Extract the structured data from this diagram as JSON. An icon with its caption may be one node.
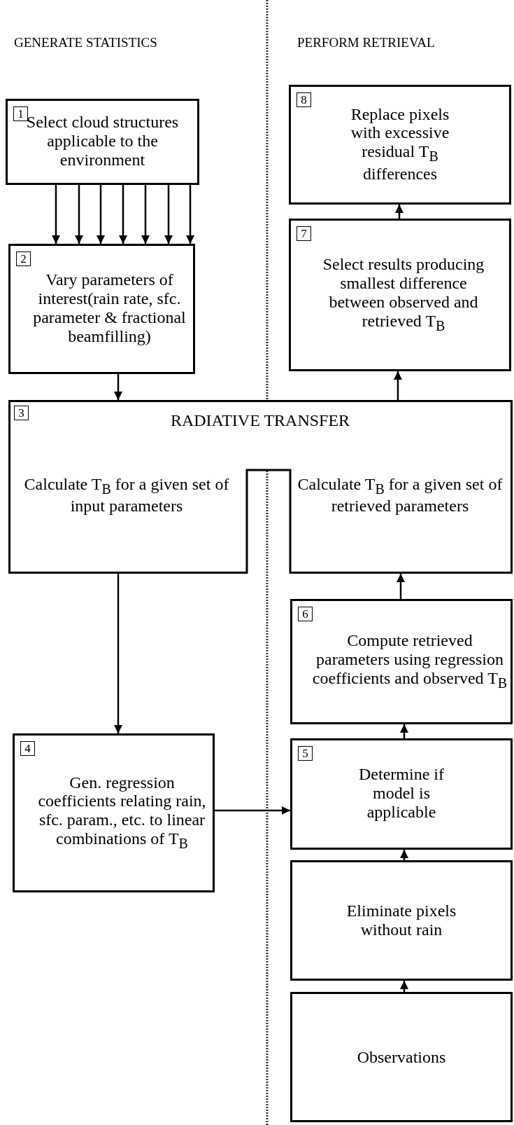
{
  "diagram": {
    "nodes": [
      {
        "text": [
          "1",
          "Select cloud structures applicable to the environment"
        ]
      },
      {
        "text": [
          "2",
          "Vary parameters of interest(rain rate, sfc. parameter & fractional beamfilling)"
        ]
      },
      {
        "text": [
          "3",
          "RADIATIVE TRANSFER",
          "Calculate T$_{B}$ for a given set of input parameters",
          "Calculate T$_{B}$ for a given set of retrieved parameters"
        ]
      },
      {
        "text": [
          "4",
          "Gen. regression coefficients relating rain, sfc. param., etc. to linear combinations of T$_{B}$"
        ]
      },
      {
        "text": [
          "8",
          "Replace pixels with excessive residual T$_{B}$ differences"
        ]
      },
      {
        "text": [
          "7",
          "Select results producing smallest difference between observed and retrieved T$_{B}$"
        ]
      },
      {
        "text": [
          "6",
          "Compute retrieved parameters using regression coefficients and observed T$_{B}$"
        ]
      },
      {
        "text": [
          "5",
          "Determine if model is applicable"
        ]
      },
      {
        "text": [
          "Eliminate pixels without rain"
        ]
      },
      {
        "text": [
          "Observations"
        ]
      }
    ],
    "edges": [
      {
        "from": 0,
        "to": 1,
        "arrow": "to"
      },
      {
        "from": 0,
        "to": 1,
        "arrow": "to"
      },
      {
        "from": 0,
        "to": 1,
        "arrow": "to"
      },
      {
        "from": 0,
        "to": 1,
        "arrow": "to"
      },
      {
        "from": 0,
        "to": 1,
        "arrow": "to"
      },
      {
        "from": 0,
        "to": 1,
        "arrow": "to"
      },
      {
        "from": 0,
        "to": 1,
        "arrow": "to"
      },
      {
        "from": 1,
        "to": 2,
        "arrow": "to"
      },
      {
        "from": 2,
        "to": 3,
        "arrow": "to"
      },
      {
        "from": 3,
        "to": 7,
        "arrow": "to"
      },
      {
        "from": 9,
        "to": 8,
        "arrow": "to"
      },
      {
        "from": 8,
        "to": 7,
        "arrow": "to"
      },
      {
        "from": 7,
        "to": 6,
        "arrow": "to"
      },
      {
        "from": 6,
        "to": 2,
        "arrow": "to"
      },
      {
        "from": 2,
        "to": 5,
        "arrow": "to"
      },
      {
        "from": 5,
        "to": 4,
        "arrow": "to"
      }
    ],
    "labels": [
      "GENERATE STATISTICS",
      "PERFORM RETRIEVAL"
    ]
  }
}
